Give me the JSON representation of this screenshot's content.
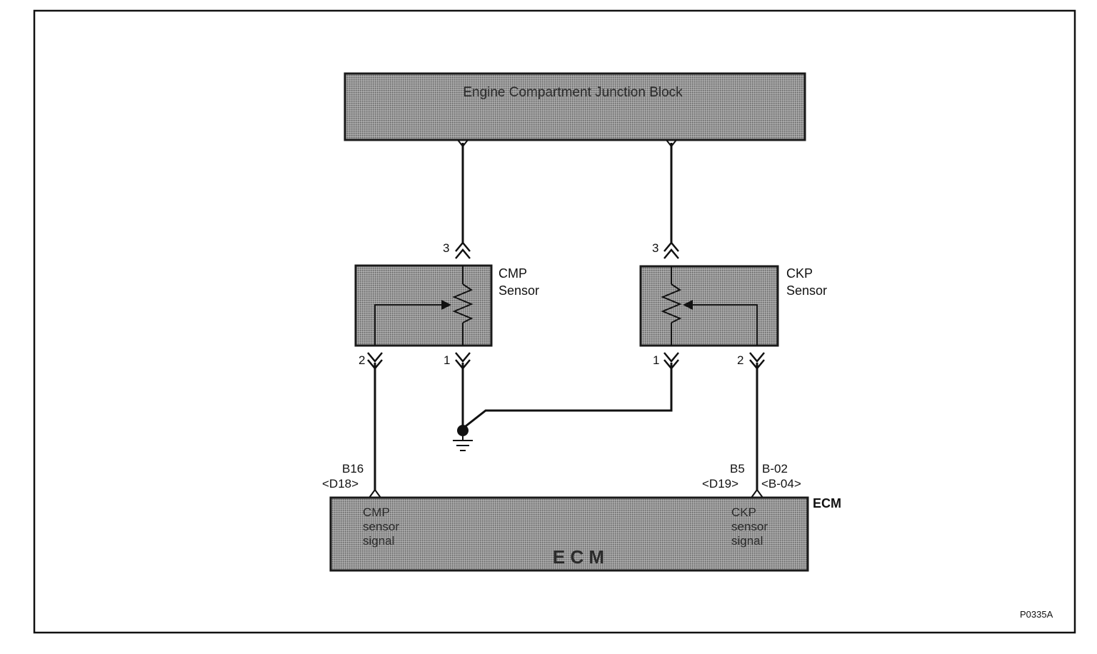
{
  "junction_block": {
    "label": "Engine Compartment Junction Block"
  },
  "cmp_sensor": {
    "label_line1": "CMP",
    "label_line2": "Sensor",
    "pin_top": "3",
    "pin_signal": "2",
    "pin_ground": "1"
  },
  "ckp_sensor": {
    "label_line1": "CKP",
    "label_line2": "Sensor",
    "pin_top": "3",
    "pin_signal": "2",
    "pin_ground": "1"
  },
  "ecm": {
    "center_label": "E C M",
    "side_label": "ECM",
    "cmp_pin": "B16",
    "cmp_pin_alt": "<D18>",
    "ckp_pin": "B5",
    "ckp_pin_alt": "<D19>",
    "ckp_pin2": "B-02",
    "ckp_pin2_alt": "<B-04>",
    "cmp_signal_line1": "CMP",
    "cmp_signal_line2": "sensor",
    "cmp_signal_line3": "signal",
    "ckp_signal_line1": "CKP",
    "ckp_signal_line2": "sensor",
    "ckp_signal_line3": "signal"
  },
  "figure_code": "P0335A",
  "colors": {
    "box_fill": "#8a8a8a",
    "box_stroke": "#1a1a1a",
    "wire": "#111111",
    "frame": "#111111"
  }
}
